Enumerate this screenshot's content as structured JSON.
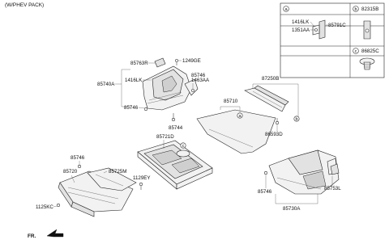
{
  "header": {
    "variant": "(W/PHEV PACK)"
  },
  "legend": {
    "cells": [
      {
        "letter": "a",
        "code": ""
      },
      {
        "letter": "b",
        "code": "82315B"
      },
      {
        "letter": "c",
        "code": "86825C"
      }
    ],
    "cell_a_parts": {
      "p1": "1416LK",
      "p2": "1351AA",
      "p3": "85791C"
    }
  },
  "callouts": {
    "p85763R": "85763R",
    "p1249GE": "1249GE",
    "p85740A": "85740A",
    "p1416LK": "1416LK",
    "p85746_top": "85746",
    "p1463AA": "1463AA",
    "p85746_left": "85746",
    "p85744": "85744",
    "p85710": "85710",
    "p87250B": "87250B",
    "p86593D": "86593D",
    "p85721D": "85721D",
    "p85746_mid": "85746",
    "p85720": "85720",
    "p85725M": "85725M",
    "p1129EY": "1129EY",
    "p1125KC": "1125KC",
    "p85746_right": "85746",
    "p85753L": "85753L",
    "p85730A": "85730A"
  },
  "markers": {
    "a": "a",
    "b": "b",
    "c": "c"
  },
  "footer": {
    "direction": "FR."
  }
}
